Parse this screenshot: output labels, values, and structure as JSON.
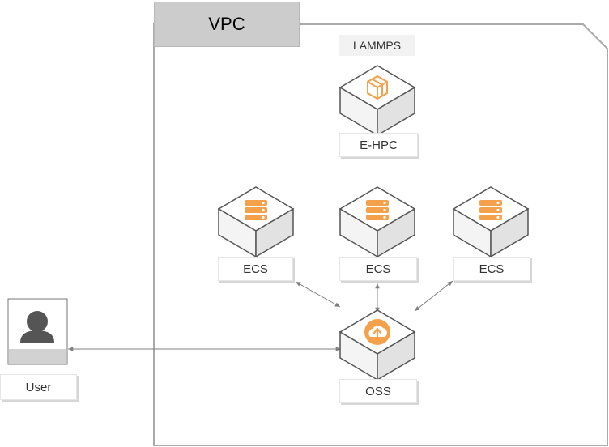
{
  "vpc": {
    "title": "VPC"
  },
  "group": {
    "label": "LAMMPS"
  },
  "nodes": {
    "ehpc": {
      "label": "E-HPC",
      "icon": "ehpc-cube-icon"
    },
    "ecs1": {
      "label": "ECS",
      "icon": "server-icon"
    },
    "ecs2": {
      "label": "ECS",
      "icon": "server-icon"
    },
    "ecs3": {
      "label": "ECS",
      "icon": "server-icon"
    },
    "oss": {
      "label": "OSS",
      "icon": "oss-cloud-icon"
    },
    "user": {
      "label": "User",
      "icon": "user-icon"
    }
  },
  "colors": {
    "accent": "#f5a04a",
    "line": "#808080",
    "frame": "#aaaaaa"
  }
}
